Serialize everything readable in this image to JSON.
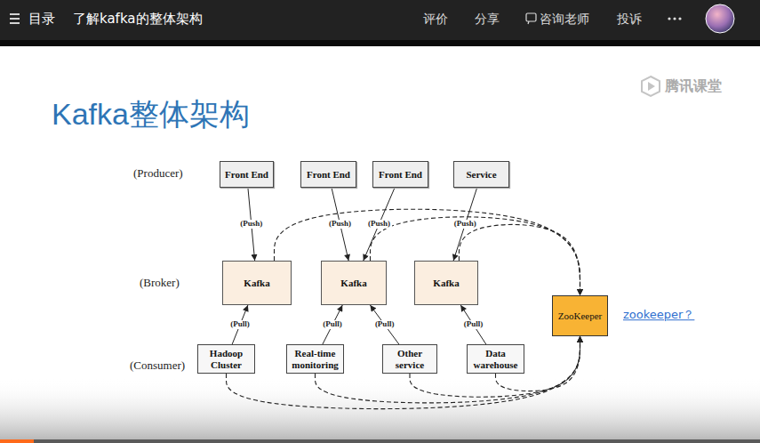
{
  "diagram": {
    "title": "Kafka整体架构",
    "nodes": [
      {
        "text": [
          "Front End"
        ]
      },
      {
        "text": [
          "Front End"
        ]
      },
      {
        "text": [
          "Front End"
        ]
      },
      {
        "text": [
          "Service"
        ]
      },
      {
        "text": [
          "Kafka"
        ]
      },
      {
        "text": [
          "Kafka"
        ]
      },
      {
        "text": [
          "Kafka"
        ]
      },
      {
        "text": [
          "ZooKeeper"
        ]
      },
      {
        "text": [
          "Hadoop Cluster"
        ]
      },
      {
        "text": [
          "Real-time monitoring"
        ]
      },
      {
        "text": [
          "Other service"
        ]
      },
      {
        "text": [
          "Data warehouse"
        ]
      }
    ],
    "edges": [
      {
        "from": 0,
        "to": 4,
        "label": "(Push)",
        "arrow": "to"
      },
      {
        "from": 1,
        "to": 5,
        "label": "(Push)",
        "arrow": "to"
      },
      {
        "from": 2,
        "to": 5,
        "label": "(Push)",
        "arrow": "to"
      },
      {
        "from": 3,
        "to": 6,
        "label": "(Push)",
        "arrow": "to"
      },
      {
        "from": 8,
        "to": 4,
        "label": "(Pull)",
        "arrow": "to"
      },
      {
        "from": 9,
        "to": 5,
        "label": "(Pull)",
        "arrow": "to"
      },
      {
        "from": 10,
        "to": 5,
        "label": "(Pull)",
        "arrow": "to"
      },
      {
        "from": 11,
        "to": 6,
        "label": "(Pull)",
        "arrow": "to"
      },
      {
        "from": 4,
        "to": 7,
        "arrow": "to"
      },
      {
        "from": 5,
        "to": 7,
        "arrow": "to"
      },
      {
        "from": 6,
        "to": 7,
        "arrow": "to"
      },
      {
        "from": 8,
        "to": 7,
        "arrow": "to"
      },
      {
        "from": 9,
        "to": 7,
        "arrow": "to"
      },
      {
        "from": 10,
        "to": 7,
        "arrow": "to"
      },
      {
        "from": 11,
        "to": 7,
        "arrow": "to"
      }
    ],
    "labels": [
      "目录",
      "了解kafka的整体架构",
      "评价",
      "分享",
      "咨询老师",
      "投诉",
      "腾讯课堂",
      "(Producer)",
      "(Broker)",
      "(Consumer)",
      "zookeeper？"
    ]
  }
}
